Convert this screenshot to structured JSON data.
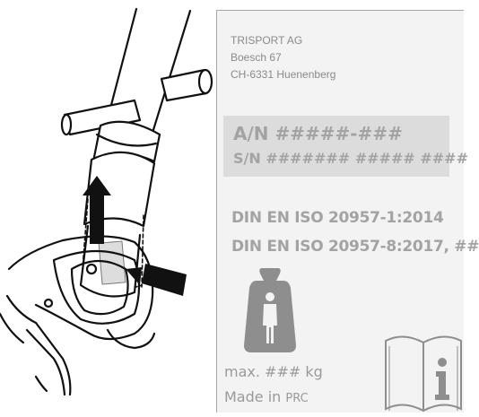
{
  "label": {
    "company": "TRISPORT AG",
    "street": "Boesch 67",
    "city": "CH-6331 Huenenberg",
    "an_line": "A/N #####-###",
    "sn_line": "S/N ####### ##### ####",
    "standard_1": "DIN EN ISO 20957-1:2014",
    "standard_2": "DIN EN ISO 20957-8:2017, ##",
    "max_load": "max. ### kg",
    "made_in_prefix": "Made in",
    "made_in_country": "PRC"
  },
  "icons": {
    "weight": "weight-person-icon",
    "manual": "read-manual-info-icon"
  },
  "colors": {
    "label_background": "#f3f3f3",
    "serial_box": "#dcdcdc",
    "text_gray": "#a3a3a3",
    "icon_gray": "#8e8e8e"
  }
}
